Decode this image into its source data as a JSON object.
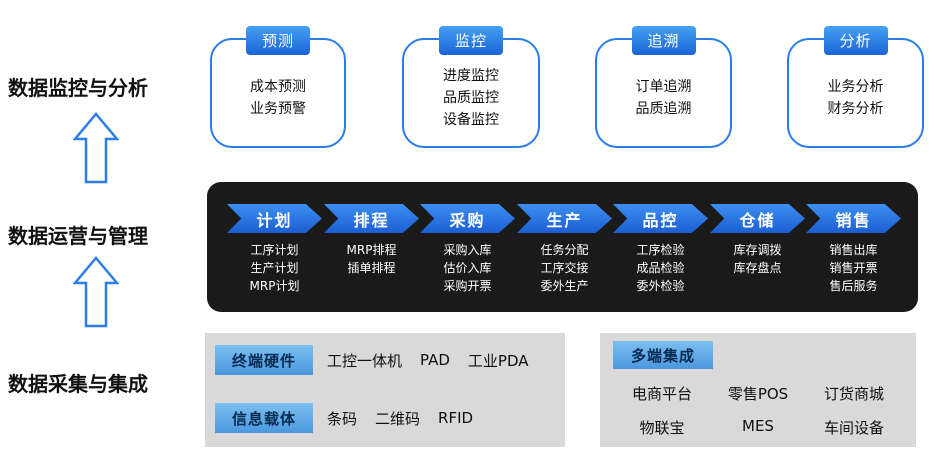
{
  "colors": {
    "accent_blue": "#2b7de9",
    "chevron_blue": "#1c5ed2",
    "dark_band": "#1a1a1a",
    "gray_box": "#d9d9d9",
    "chip_blue": "#4a97dd"
  },
  "layers": {
    "monitoring": {
      "label": "数据监控与分析",
      "boxes": [
        {
          "tab": "预测",
          "items": [
            "成本预测",
            "业务预警"
          ]
        },
        {
          "tab": "监控",
          "items": [
            "进度监控",
            "品质监控",
            "设备监控"
          ]
        },
        {
          "tab": "追溯",
          "items": [
            "订单追溯",
            "品质追溯"
          ]
        },
        {
          "tab": "分析",
          "items": [
            "业务分析",
            "财务分析"
          ]
        }
      ]
    },
    "operations": {
      "label": "数据运营与管理",
      "modules": [
        {
          "tab": "计划",
          "items": [
            "工序计划",
            "生产计划",
            "MRP计划"
          ]
        },
        {
          "tab": "排程",
          "items": [
            "MRP排程",
            "插单排程"
          ]
        },
        {
          "tab": "采购",
          "items": [
            "采购入库",
            "估价入库",
            "采购开票"
          ]
        },
        {
          "tab": "生产",
          "items": [
            "任务分配",
            "工序交接",
            "委外生产"
          ]
        },
        {
          "tab": "品控",
          "items": [
            "工序检验",
            "成品检验",
            "委外检验"
          ]
        },
        {
          "tab": "仓储",
          "items": [
            "库存调拨",
            "库存盘点"
          ]
        },
        {
          "tab": "销售",
          "items": [
            "销售出库",
            "销售开票",
            "售后服务"
          ]
        }
      ]
    },
    "collection": {
      "label": "数据采集与集成",
      "hardware": {
        "label": "终端硬件",
        "tokens": [
          "工控一体机",
          "PAD",
          "工业PDA"
        ]
      },
      "carrier": {
        "label": "信息载体",
        "tokens": [
          "条码",
          "二维码",
          "RFID"
        ]
      },
      "integration": {
        "label": "多端集成",
        "rows": [
          [
            "电商平台",
            "零售POS",
            "订货商城"
          ],
          [
            "物联宝",
            "MES",
            "车间设备"
          ]
        ]
      }
    }
  }
}
